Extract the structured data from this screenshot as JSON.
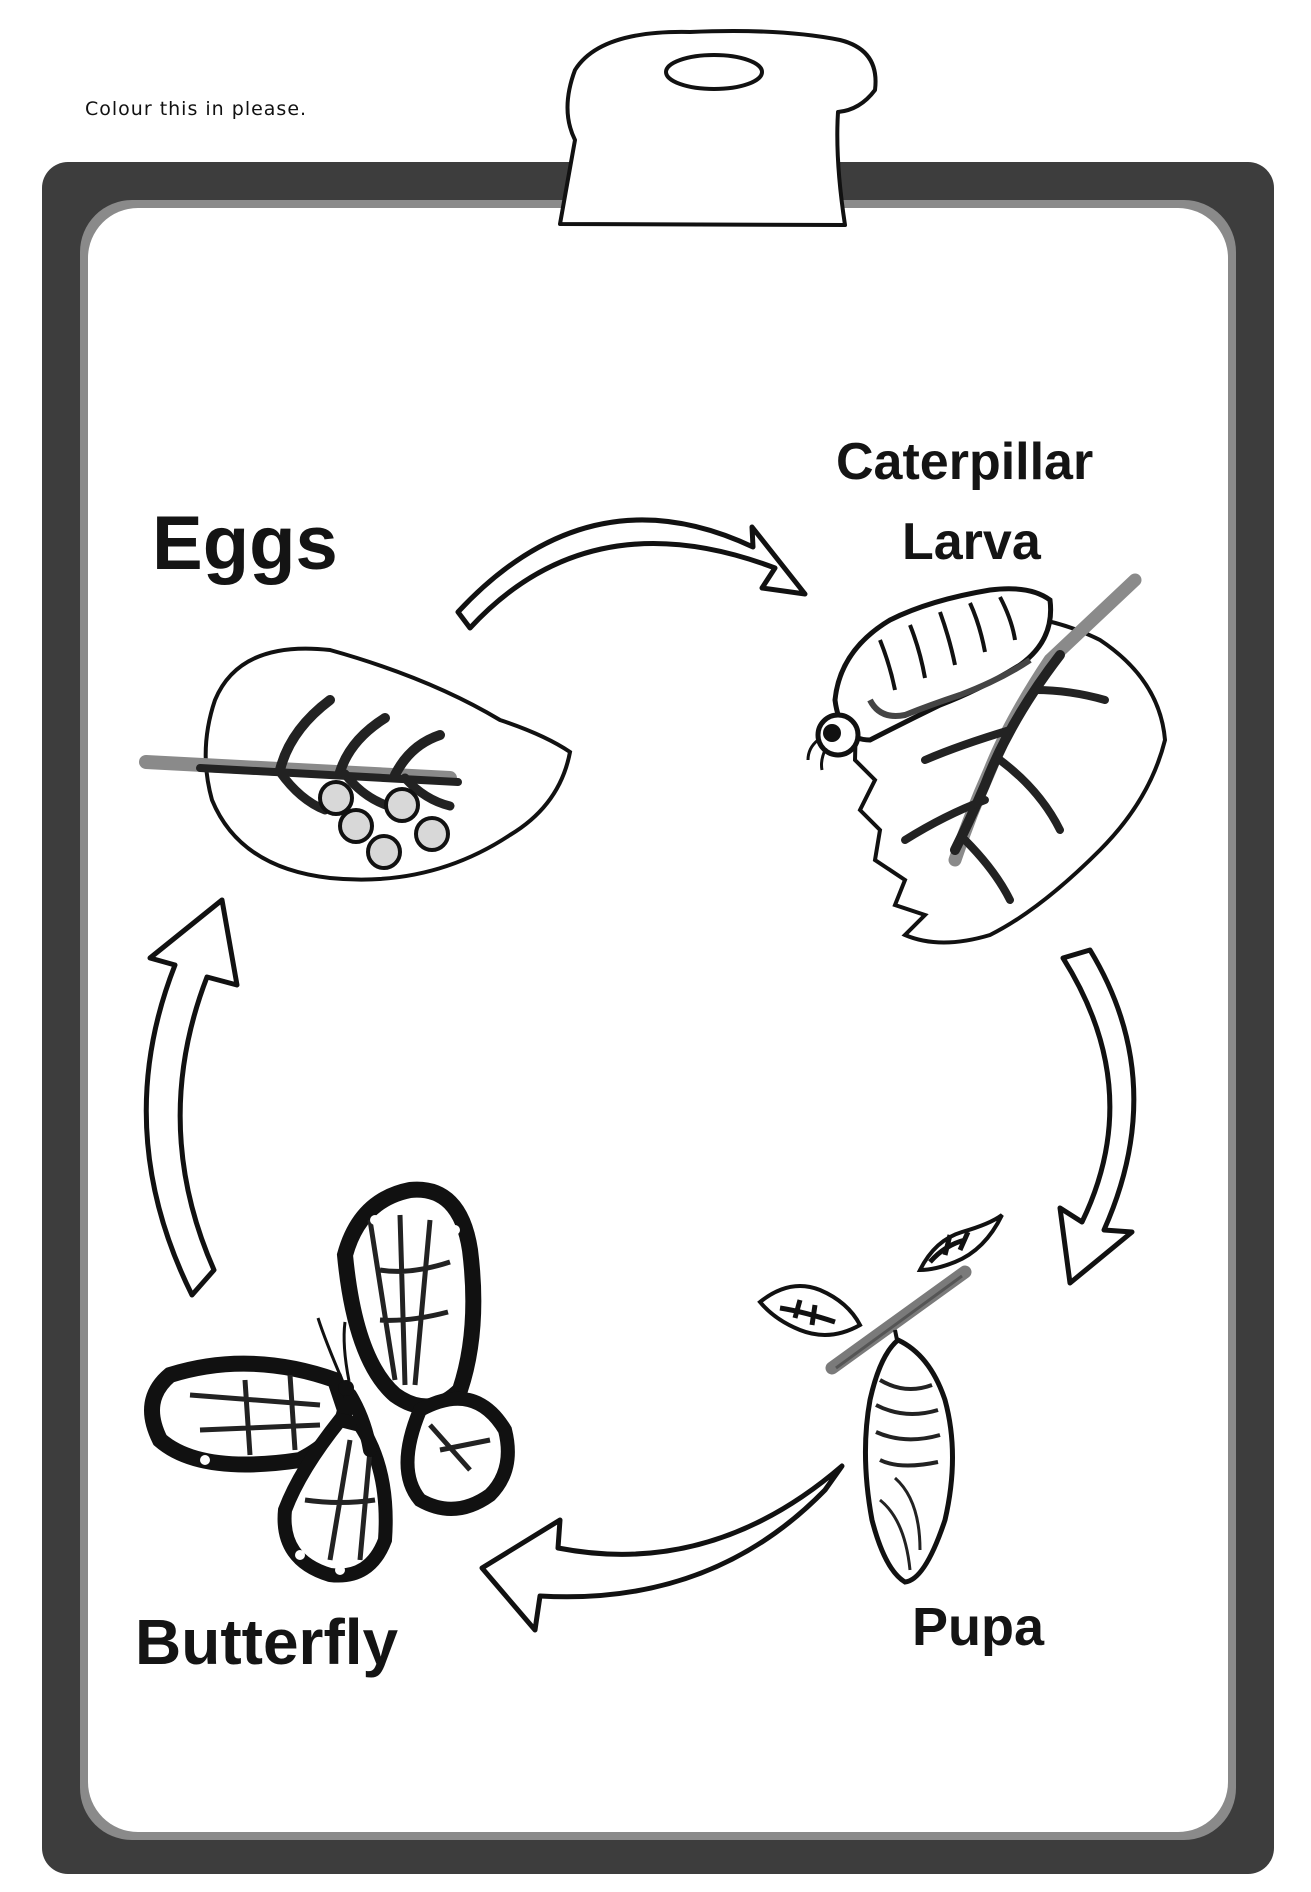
{
  "instruction": "Colour this in please.",
  "stages": {
    "eggs": "Eggs",
    "caterpillar": "Caterpillar",
    "larva": "Larva",
    "pupa": "Pupa",
    "butterfly": "Butterfly"
  },
  "colors": {
    "frame": "#3d3d3d",
    "frame_edge": "#6e6e6e",
    "ink": "#111111",
    "paper": "#ffffff",
    "shade": "#d2d2d2",
    "stem": "#7a7a7a"
  }
}
